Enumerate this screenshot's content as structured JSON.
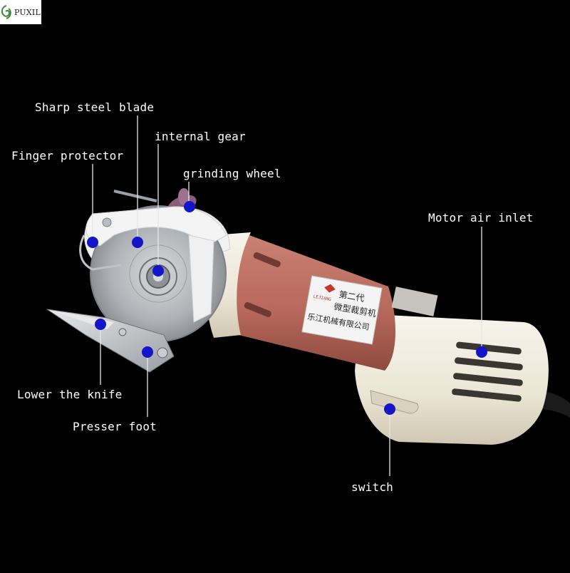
{
  "logo": {
    "text": "PUXIL",
    "icon": "leaf-swirl-icon",
    "color": "#3c8c3c"
  },
  "product_badge": {
    "brand": "LEJIANG",
    "lines": [
      "第二代",
      "微型裁剪机",
      "乐江机械有限公司"
    ]
  },
  "colors": {
    "background": "#000000",
    "marker": "#1414c8",
    "leader_line": "#e6e6e6",
    "body_red": "#b8695b",
    "body_cream": "#efe8d6",
    "blade": "#b9bcbe",
    "grinding_wheel": "#8a5c7c"
  },
  "labels": {
    "sharp_steel_blade": "Sharp steel blade",
    "internal_gear": "internal gear",
    "finger_protector": "Finger protector",
    "grinding_wheel": "grinding wheel",
    "motor_air_inlet": "Motor air inlet",
    "lower_the_knife": "Lower the knife",
    "presser_foot": "Presser foot",
    "switch": "switch"
  }
}
